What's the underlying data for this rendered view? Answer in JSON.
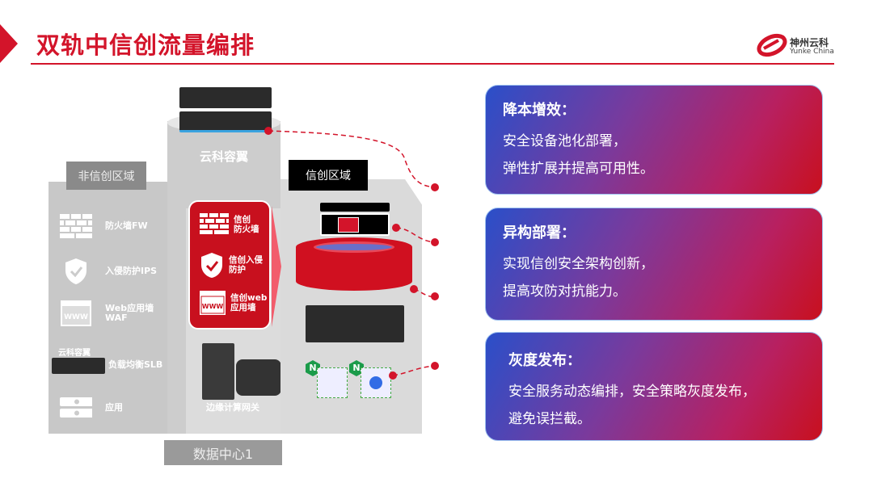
{
  "header": {
    "title": "双轨中信创流量编排",
    "logo_cn": "神州云科",
    "logo_en": "Yunke China"
  },
  "diagram": {
    "non_xinchuang_zone": {
      "label": "非信创区域",
      "items": [
        {
          "icon": "firewall-icon",
          "label": "防火墙FW"
        },
        {
          "icon": "shield-check-icon",
          "label": "入侵防护IPS"
        },
        {
          "icon": "www-window-icon",
          "label": "Web应用墙\nWAF"
        },
        {
          "icon": "server-device-icon",
          "label": "负载均衡SLB",
          "device_label": "云科容翼"
        },
        {
          "icon": "server-stack-icon",
          "label": "应用"
        }
      ]
    },
    "middle_column": {
      "label": "云科容翼",
      "gateway_label": "边缘计算网关"
    },
    "xinchuang_box": {
      "items": [
        {
          "icon": "firewall-icon",
          "label": "信创\n防火墙"
        },
        {
          "icon": "shield-check-icon",
          "label": "信创入侵\n防护"
        },
        {
          "icon": "www-window-icon",
          "label": "信创web\n应用墙"
        }
      ]
    },
    "xinchuang_zone": {
      "label": "信创区域"
    },
    "datacenter_label": "数据中心1",
    "colors": {
      "red": "#d3142a",
      "gray": "#c8c8c8"
    }
  },
  "cards": [
    {
      "title": "降本增效：",
      "lines": [
        "安全设备池化部署，",
        "弹性扩展并提高可用性。"
      ]
    },
    {
      "title": "异构部署：",
      "lines": [
        "实现信创安全架构创新，",
        "提高攻防对抗能力。"
      ]
    },
    {
      "title": "灰度发布：",
      "lines": [
        "安全服务动态编排，安全策略灰度发布，",
        "避免误拦截。"
      ]
    }
  ]
}
